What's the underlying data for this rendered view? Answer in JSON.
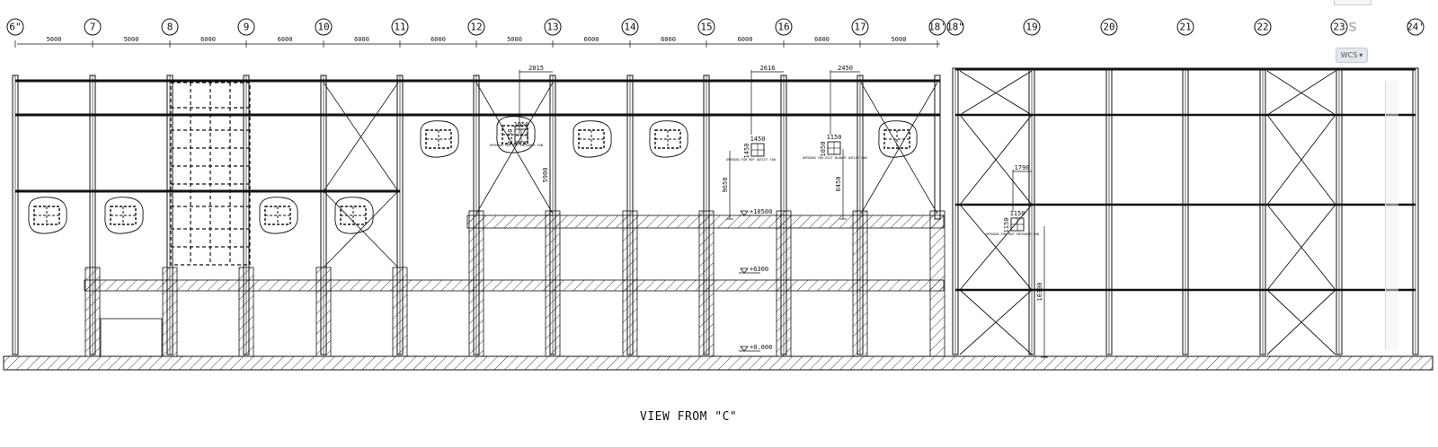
{
  "grid_labels": [
    "6\"",
    "7",
    "8",
    "9",
    "10",
    "11",
    "12",
    "13",
    "14",
    "15",
    "16",
    "17",
    "18'",
    "18\"",
    "19",
    "20",
    "21",
    "22",
    "23",
    "24'"
  ],
  "bay_dimensions": [
    "5000",
    "5000",
    "6000",
    "6000",
    "6000",
    "6000",
    "5000",
    "6000",
    "6000",
    "6000",
    "6000",
    "5000"
  ],
  "detail_dimensions": [
    "2815",
    "2616",
    "2450",
    "1790",
    "1050",
    "1150",
    "1450",
    "1450",
    "1150",
    "1050",
    "1150",
    "1150"
  ],
  "vertical_dimensions": [
    "5900",
    "9650",
    "6450",
    "10300"
  ],
  "elevations": [
    "+10500",
    "+6300",
    "+0.000"
  ],
  "opening_notes": [
    "OPENING FOR RDF ENTRANCE FAN",
    "OPENING FOR RDF OUTLET FAN",
    "OPENING FOR EXIT BLOWER OUTLET FAN",
    "OPENING FOR RDF ENTRANCE FAN"
  ],
  "view_title": "VIEW FROM \"C\"",
  "ui": {
    "wcs_label": "WCS",
    "viewcube_face": "S"
  },
  "colors": {
    "line": "#111111",
    "background": "#ffffff",
    "ui_gray": "#b8bec6"
  }
}
